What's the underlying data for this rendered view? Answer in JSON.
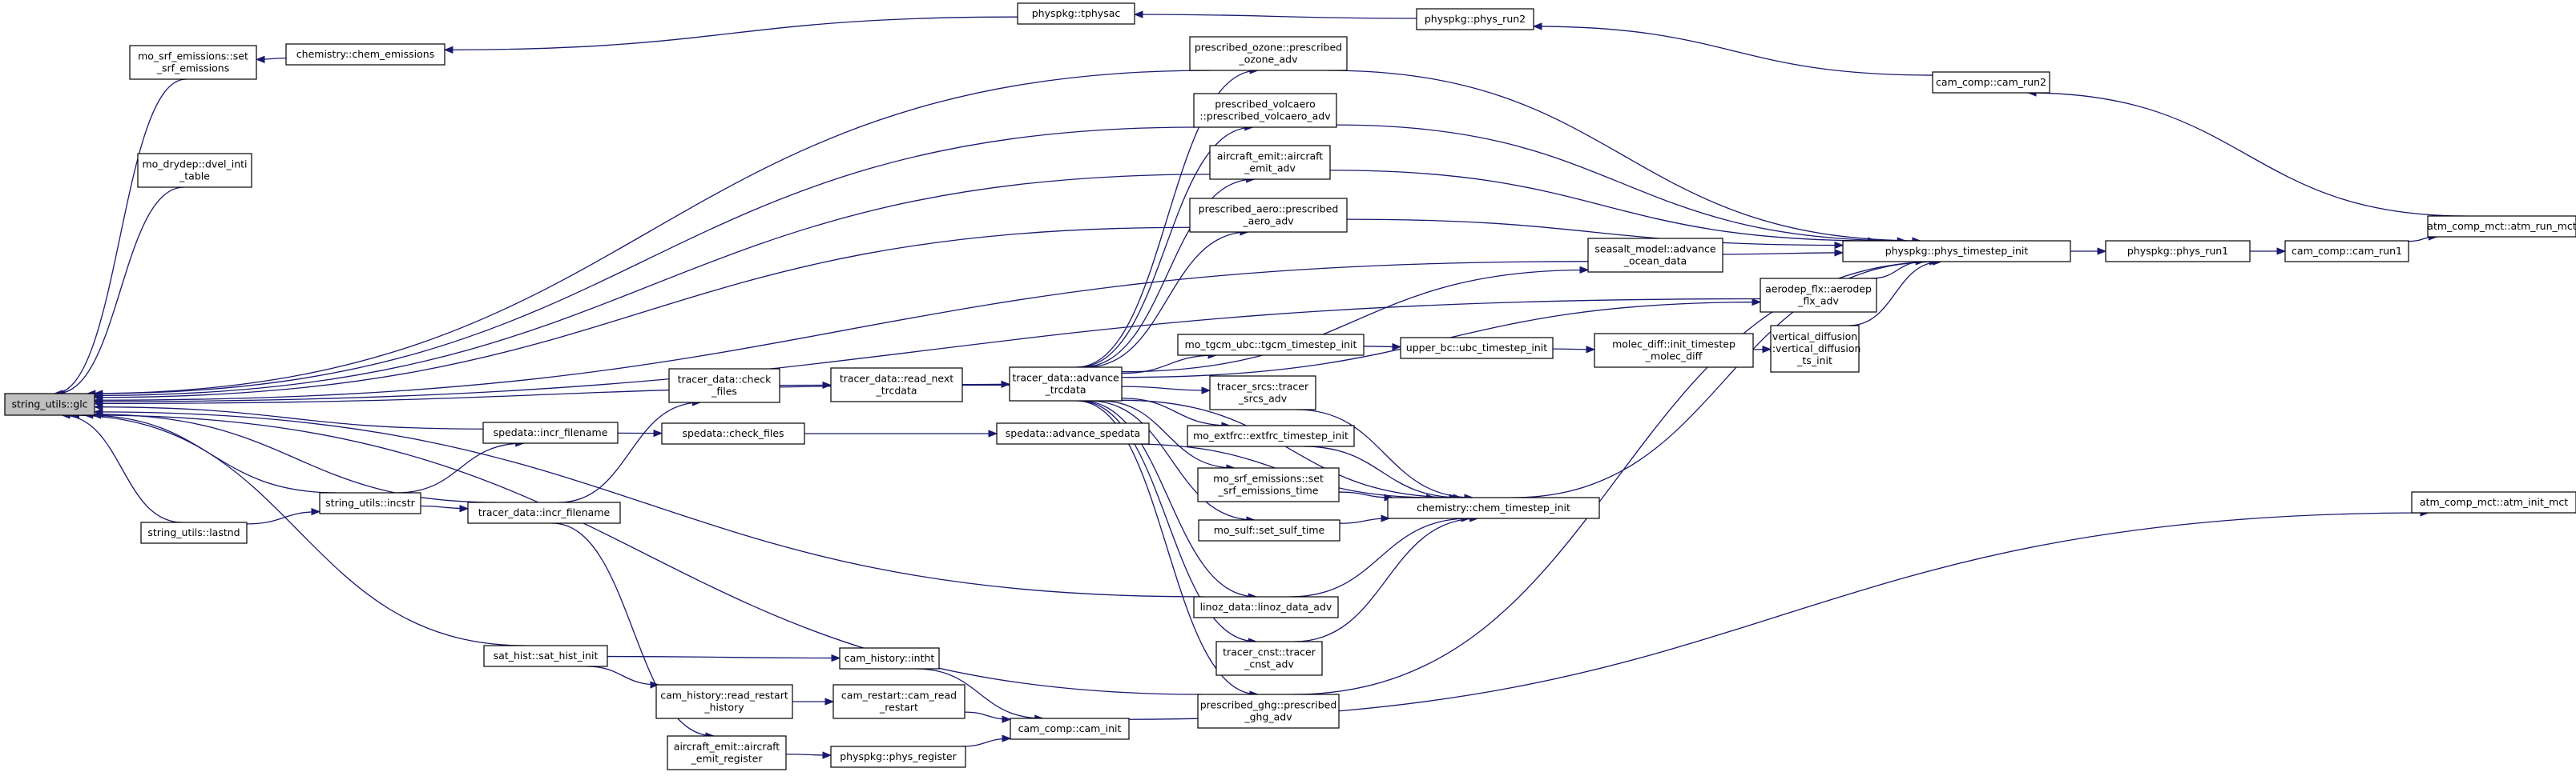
{
  "diagram": {
    "type": "call-graph",
    "colors": {
      "edge": "#191970",
      "node_border": "#000000",
      "root_fill": "#bfbfbf",
      "node_fill": "#ffffff"
    },
    "nodes": [
      {
        "id": "glc",
        "lines": [
          "string_utils::glc"
        ],
        "root": true
      },
      {
        "id": "mo_srf_set",
        "lines": [
          "mo_srf_emissions::set",
          "_srf_emissions"
        ]
      },
      {
        "id": "chem_emis",
        "lines": [
          "chemistry::chem_emissions"
        ]
      },
      {
        "id": "tphysac",
        "lines": [
          "physpkg::tphysac"
        ]
      },
      {
        "id": "phys_run2",
        "lines": [
          "physpkg::phys_run2"
        ]
      },
      {
        "id": "cam_run2",
        "lines": [
          "cam_comp::cam_run2"
        ]
      },
      {
        "id": "drydep",
        "lines": [
          "mo_drydep::dvel_inti",
          "_table"
        ]
      },
      {
        "id": "ozone",
        "lines": [
          "prescribed_ozone::prescribed",
          "_ozone_adv"
        ]
      },
      {
        "id": "volcaero",
        "lines": [
          "prescribed_volcaero",
          "::prescribed_volcaero_adv"
        ]
      },
      {
        "id": "aircraft_adv",
        "lines": [
          "aircraft_emit::aircraft",
          "_emit_adv"
        ]
      },
      {
        "id": "presc_aero",
        "lines": [
          "prescribed_aero::prescribed",
          "_aero_adv"
        ]
      },
      {
        "id": "seasalt",
        "lines": [
          "seasalt_model::advance",
          "_ocean_data"
        ]
      },
      {
        "id": "phys_ts_init",
        "lines": [
          "physpkg::phys_timestep_init"
        ]
      },
      {
        "id": "phys_run1",
        "lines": [
          "physpkg::phys_run1"
        ]
      },
      {
        "id": "cam_run1",
        "lines": [
          "cam_comp::cam_run1"
        ]
      },
      {
        "id": "atm_run",
        "lines": [
          "atm_comp_mct::atm_run_mct"
        ]
      },
      {
        "id": "aerodep",
        "lines": [
          "aerodep_flx::aerodep",
          "_flx_adv"
        ]
      },
      {
        "id": "advance_trc",
        "lines": [
          "tracer_data::advance",
          "_trcdata"
        ]
      },
      {
        "id": "tgcm",
        "lines": [
          "mo_tgcm_ubc::tgcm_timestep_init"
        ]
      },
      {
        "id": "ubc",
        "lines": [
          "upper_bc::ubc_timestep_init"
        ]
      },
      {
        "id": "molec",
        "lines": [
          "molec_diff::init_timestep",
          "_molec_diff"
        ]
      },
      {
        "id": "vdiff",
        "lines": [
          "vertical_diffusion",
          "::vertical_diffusion",
          "_ts_init"
        ]
      },
      {
        "id": "read_next",
        "lines": [
          "tracer_data::read_next",
          "_trcdata"
        ]
      },
      {
        "id": "check_files",
        "lines": [
          "tracer_data::check",
          "_files"
        ]
      },
      {
        "id": "srcs",
        "lines": [
          "tracer_srcs::tracer",
          "_srcs_adv"
        ]
      },
      {
        "id": "extfrc",
        "lines": [
          "mo_extfrc::extfrc_timestep_init"
        ]
      },
      {
        "id": "spd_incr",
        "lines": [
          "spedata::incr_filename"
        ]
      },
      {
        "id": "spd_check",
        "lines": [
          "spedata::check_files"
        ]
      },
      {
        "id": "spd_adv",
        "lines": [
          "spedata::advance_spedata"
        ]
      },
      {
        "id": "incstr",
        "lines": [
          "string_utils::incstr"
        ]
      },
      {
        "id": "td_incr",
        "lines": [
          "tracer_data::incr_filename"
        ]
      },
      {
        "id": "mo_srf_time",
        "lines": [
          "mo_srf_emissions::set",
          "_srf_emissions_time"
        ]
      },
      {
        "id": "sulf",
        "lines": [
          "mo_sulf::set_sulf_time"
        ]
      },
      {
        "id": "chem_ts",
        "lines": [
          "chemistry::chem_timestep_init"
        ]
      },
      {
        "id": "lastnd",
        "lines": [
          "string_utils::lastnd"
        ]
      },
      {
        "id": "linoz",
        "lines": [
          "linoz_data::linoz_data_adv"
        ]
      },
      {
        "id": "atm_init",
        "lines": [
          "atm_comp_mct::atm_init_mct"
        ]
      },
      {
        "id": "cnst",
        "lines": [
          "tracer_cnst::tracer",
          "_cnst_adv"
        ]
      },
      {
        "id": "sat_hist",
        "lines": [
          "sat_hist::sat_hist_init"
        ]
      },
      {
        "id": "intht",
        "lines": [
          "cam_history::intht"
        ]
      },
      {
        "id": "ghg",
        "lines": [
          "prescribed_ghg::prescribed",
          "_ghg_adv"
        ]
      },
      {
        "id": "read_restart",
        "lines": [
          "cam_history::read_restart",
          "_history"
        ]
      },
      {
        "id": "cam_read_restart",
        "lines": [
          "cam_restart::cam_read",
          "_restart"
        ]
      },
      {
        "id": "cam_init",
        "lines": [
          "cam_comp::cam_init"
        ]
      },
      {
        "id": "aircraft_reg",
        "lines": [
          "aircraft_emit::aircraft",
          "_emit_register"
        ]
      },
      {
        "id": "phys_reg",
        "lines": [
          "physpkg::phys_register"
        ]
      }
    ],
    "edges": [
      [
        "mo_srf_set",
        "glc"
      ],
      [
        "drydep",
        "glc"
      ],
      [
        "ozone",
        "glc"
      ],
      [
        "volcaero",
        "glc"
      ],
      [
        "aircraft_adv",
        "glc"
      ],
      [
        "presc_aero",
        "glc"
      ],
      [
        "seasalt",
        "glc"
      ],
      [
        "aerodep",
        "glc"
      ],
      [
        "advance_trc",
        "glc"
      ],
      [
        "spd_incr",
        "glc"
      ],
      [
        "incstr",
        "glc"
      ],
      [
        "lastnd",
        "glc"
      ],
      [
        "linoz",
        "glc"
      ],
      [
        "sat_hist",
        "glc"
      ],
      [
        "ghg",
        "glc"
      ],
      [
        "td_incr",
        "glc"
      ],
      [
        "chem_emis",
        "mo_srf_set"
      ],
      [
        "tphysac",
        "chem_emis"
      ],
      [
        "phys_run2",
        "tphysac"
      ],
      [
        "cam_run2",
        "phys_run2"
      ],
      [
        "atm_run",
        "cam_run2"
      ],
      [
        "cam_run1",
        "atm_run"
      ],
      [
        "phys_run1",
        "cam_run1"
      ],
      [
        "phys_ts_init",
        "phys_run1"
      ],
      [
        "ozone",
        "phys_ts_init"
      ],
      [
        "volcaero",
        "phys_ts_init"
      ],
      [
        "aircraft_adv",
        "phys_ts_init"
      ],
      [
        "presc_aero",
        "phys_ts_init"
      ],
      [
        "seasalt",
        "phys_ts_init"
      ],
      [
        "aerodep",
        "phys_ts_init"
      ],
      [
        "vdiff",
        "phys_ts_init"
      ],
      [
        "chem_ts",
        "phys_ts_init"
      ],
      [
        "ghg",
        "phys_ts_init"
      ],
      [
        "advance_trc",
        "ozone"
      ],
      [
        "advance_trc",
        "volcaero"
      ],
      [
        "advance_trc",
        "aircraft_adv"
      ],
      [
        "advance_trc",
        "presc_aero"
      ],
      [
        "advance_trc",
        "seasalt"
      ],
      [
        "advance_trc",
        "aerodep"
      ],
      [
        "advance_trc",
        "tgcm"
      ],
      [
        "advance_trc",
        "srcs"
      ],
      [
        "advance_trc",
        "extfrc"
      ],
      [
        "advance_trc",
        "mo_srf_time"
      ],
      [
        "advance_trc",
        "sulf"
      ],
      [
        "advance_trc",
        "linoz"
      ],
      [
        "advance_trc",
        "cnst"
      ],
      [
        "advance_trc",
        "ghg"
      ],
      [
        "advance_trc",
        "chem_ts"
      ],
      [
        "tgcm",
        "ubc"
      ],
      [
        "ubc",
        "molec"
      ],
      [
        "molec",
        "vdiff"
      ],
      [
        "read_next",
        "advance_trc"
      ],
      [
        "check_files",
        "read_next"
      ],
      [
        "td_incr",
        "check_files"
      ],
      [
        "incstr",
        "td_incr"
      ],
      [
        "incstr",
        "spd_incr"
      ],
      [
        "lastnd",
        "incstr"
      ],
      [
        "spd_incr",
        "spd_check"
      ],
      [
        "spd_check",
        "spd_adv"
      ],
      [
        "spd_adv",
        "chem_ts"
      ],
      [
        "srcs",
        "chem_ts"
      ],
      [
        "extfrc",
        "chem_ts"
      ],
      [
        "mo_srf_time",
        "chem_ts"
      ],
      [
        "sulf",
        "chem_ts"
      ],
      [
        "linoz",
        "chem_ts"
      ],
      [
        "cnst",
        "chem_ts"
      ],
      [
        "sat_hist",
        "intht"
      ],
      [
        "sat_hist",
        "read_restart"
      ],
      [
        "intht",
        "cam_init"
      ],
      [
        "read_restart",
        "cam_read_restart"
      ],
      [
        "cam_read_restart",
        "cam_init"
      ],
      [
        "cam_init",
        "atm_init"
      ],
      [
        "td_incr",
        "aircraft_reg"
      ],
      [
        "aircraft_reg",
        "phys_reg"
      ],
      [
        "phys_reg",
        "cam_init"
      ]
    ]
  }
}
